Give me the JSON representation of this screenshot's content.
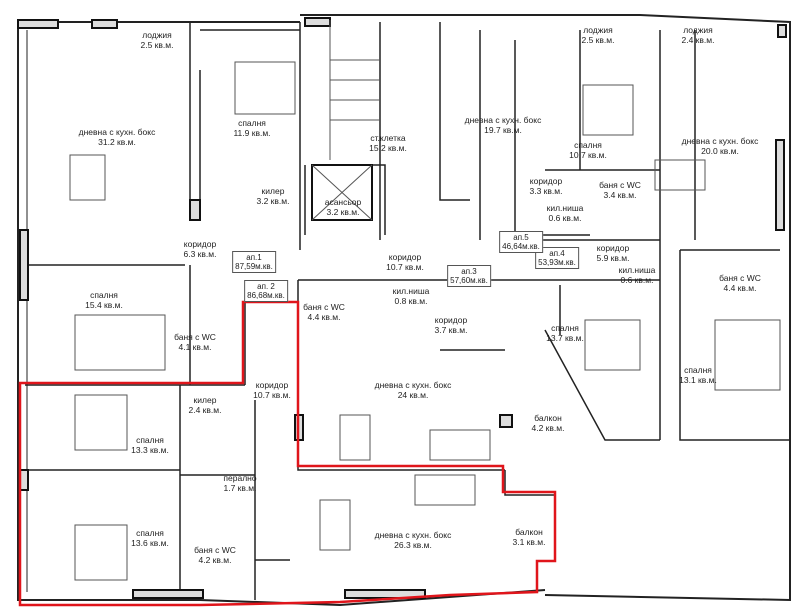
{
  "highlight_color": "#e0151b",
  "apartments": [
    {
      "name": "ап.1",
      "area": "87,59м.кв."
    },
    {
      "name": "ап. 2",
      "area": "86,68м.кв."
    },
    {
      "name": "ап.3",
      "area": "57,60м.кв."
    },
    {
      "name": "ап.4",
      "area": "53,93м.кв."
    },
    {
      "name": "ап.5",
      "area": "46,64м.кв."
    }
  ],
  "rooms": [
    {
      "name": "лоджия",
      "area": "2.5 кв.м."
    },
    {
      "name": "спалня",
      "area": "11.9 кв.м."
    },
    {
      "name": "дневна с кухн. бокс",
      "area": "31.2 кв.м."
    },
    {
      "name": "ст.клетка",
      "area": "15.2 кв.м."
    },
    {
      "name": "асансьор",
      "area": "3.2 кв.м."
    },
    {
      "name": "килер",
      "area": "3.2 кв.м."
    },
    {
      "name": "коридор",
      "area": "6.3 кв.м."
    },
    {
      "name": "коридор",
      "area": "10.7 кв.м."
    },
    {
      "name": "дневна с кухн. бокс",
      "area": "19.7 кв.м."
    },
    {
      "name": "лоджия",
      "area": "2.5 кв.м."
    },
    {
      "name": "лоджия",
      "area": "2.4 кв.м."
    },
    {
      "name": "спалня",
      "area": "10.7 кв.м."
    },
    {
      "name": "дневна с кухн. бокс",
      "area": "20.0 кв.м."
    },
    {
      "name": "коридор",
      "area": "3.3 кв.м."
    },
    {
      "name": "баня с WC",
      "area": "3.4 кв.м."
    },
    {
      "name": "кил.ниша",
      "area": "0.6 кв.м."
    },
    {
      "name": "коридор",
      "area": "5.9 кв.м."
    },
    {
      "name": "кил.ниша",
      "area": "0.6 кв.м."
    },
    {
      "name": "баня с WC",
      "area": "4.4 кв.м."
    },
    {
      "name": "кил.ниша",
      "area": "0.8 кв.м."
    },
    {
      "name": "баня с WC",
      "area": "4.4 кв.м."
    },
    {
      "name": "коридор",
      "area": "3.7 кв.м."
    },
    {
      "name": "спалня",
      "area": "13.7 кв.м."
    },
    {
      "name": "спалня",
      "area": "13.1 кв.м."
    },
    {
      "name": "дневна с кухн. бокс",
      "area": "24 кв.м."
    },
    {
      "name": "балкон",
      "area": "4.2 кв.м."
    },
    {
      "name": "спалня",
      "area": "15.4 кв.м."
    },
    {
      "name": "баня с WC",
      "area": "4.1 кв.м."
    },
    {
      "name": "коридор",
      "area": "10.7 кв.м."
    },
    {
      "name": "килер",
      "area": "2.4 кв.м."
    },
    {
      "name": "спалня",
      "area": "13.3 кв.м."
    },
    {
      "name": "спалня",
      "area": "13.6 кв.м."
    },
    {
      "name": "перално",
      "area": "1.7 кв.м."
    },
    {
      "name": "баня с WC",
      "area": "4.2 кв.м."
    },
    {
      "name": "дневна с кухн. бокс",
      "area": "26.3 кв.м."
    },
    {
      "name": "балкон",
      "area": "3.1 кв.м."
    }
  ]
}
